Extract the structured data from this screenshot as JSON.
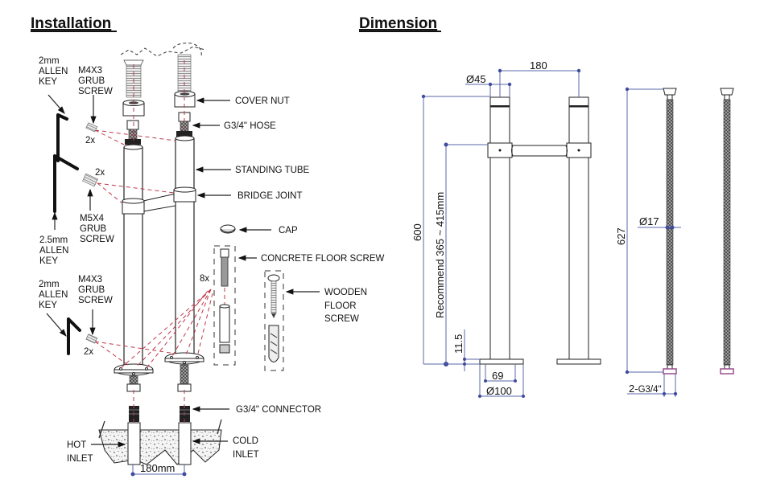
{
  "installation": {
    "title": "Installation",
    "labels": {
      "allen_key_2mm_top": [
        "2mm",
        "ALLEN",
        "KEY"
      ],
      "grub_m4x3_top": [
        "M4X3",
        "GRUB",
        "SCREW"
      ],
      "qty_top": "2x",
      "qty_mid": "2x",
      "grub_m5x4": [
        "M5X4",
        "GRUB",
        "SCREW"
      ],
      "allen_key_25mm": [
        "2.5mm",
        "ALLEN",
        "KEY"
      ],
      "allen_key_2mm_bottom": [
        "2mm",
        "ALLEN",
        "KEY"
      ],
      "grub_m4x3_bottom": [
        "M4X3",
        "GRUB",
        "SCREW"
      ],
      "qty_bottom": "2x",
      "cover_nut": "COVER NUT",
      "hose": "G3/4\" HOSE",
      "standing_tube": "STANDING TUBE",
      "bridge_joint": "BRIDGE JOINT",
      "cap": "CAP",
      "concrete_floor_screw": "CONCRETE FLOOR SCREW",
      "qty_screws": "8x",
      "wooden_floor_screw": [
        "WOODEN",
        "FLOOR",
        "SCREW"
      ],
      "connector": "G3/4\" CONNECTOR",
      "hot_inlet": [
        "HOT",
        "INLET"
      ],
      "cold_inlet": [
        "COLD",
        "INLET"
      ],
      "inlet_spacing": "180mm"
    }
  },
  "dimension": {
    "title": "Dimension",
    "labels": {
      "center_distance": "180",
      "tube_diameter": "Ø45",
      "total_height": "600",
      "recommend_height": "Recommend 365 ~ 415mm",
      "base_thickness": "11.5",
      "base_inner": "69",
      "base_diameter": "Ø100",
      "hose_length": "627",
      "hose_diameter": "Ø17",
      "hose_thread_prefix": "2-",
      "hose_thread": "G3/4\""
    },
    "colors": {
      "dimension_line": "#5b67a8",
      "dimension_dot": "#3f4b9c",
      "guide_dashes": "#c0394a",
      "hose_nut_accent": "#9b4f8e"
    }
  }
}
